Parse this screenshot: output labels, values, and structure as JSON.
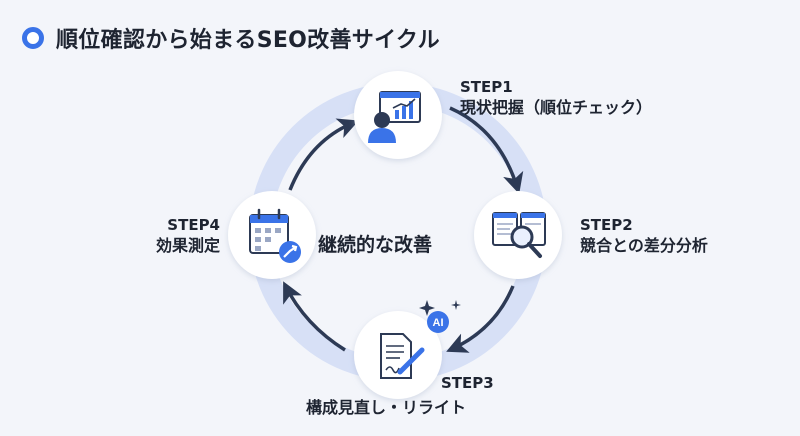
{
  "header": {
    "title": "順位確認から始まるSEO改善サイクル"
  },
  "center_label": "継続的な改善",
  "steps": [
    {
      "num": "STEP1",
      "label": "現状把握（順位チェック）",
      "icon": "analyst-chart-icon"
    },
    {
      "num": "STEP2",
      "label": "競合との差分分析",
      "icon": "magnifier-compare-icon"
    },
    {
      "num": "STEP3",
      "label": "構成見直し・リライト",
      "icon": "ai-document-edit-icon",
      "badge": "AI"
    },
    {
      "num": "STEP4",
      "label": "効果測定",
      "icon": "calendar-growth-icon"
    }
  ],
  "colors": {
    "accent": "#3a73e8",
    "ring": "#d7e0f6",
    "arrow": "#2d3a55",
    "background": "#f3f5fa"
  }
}
